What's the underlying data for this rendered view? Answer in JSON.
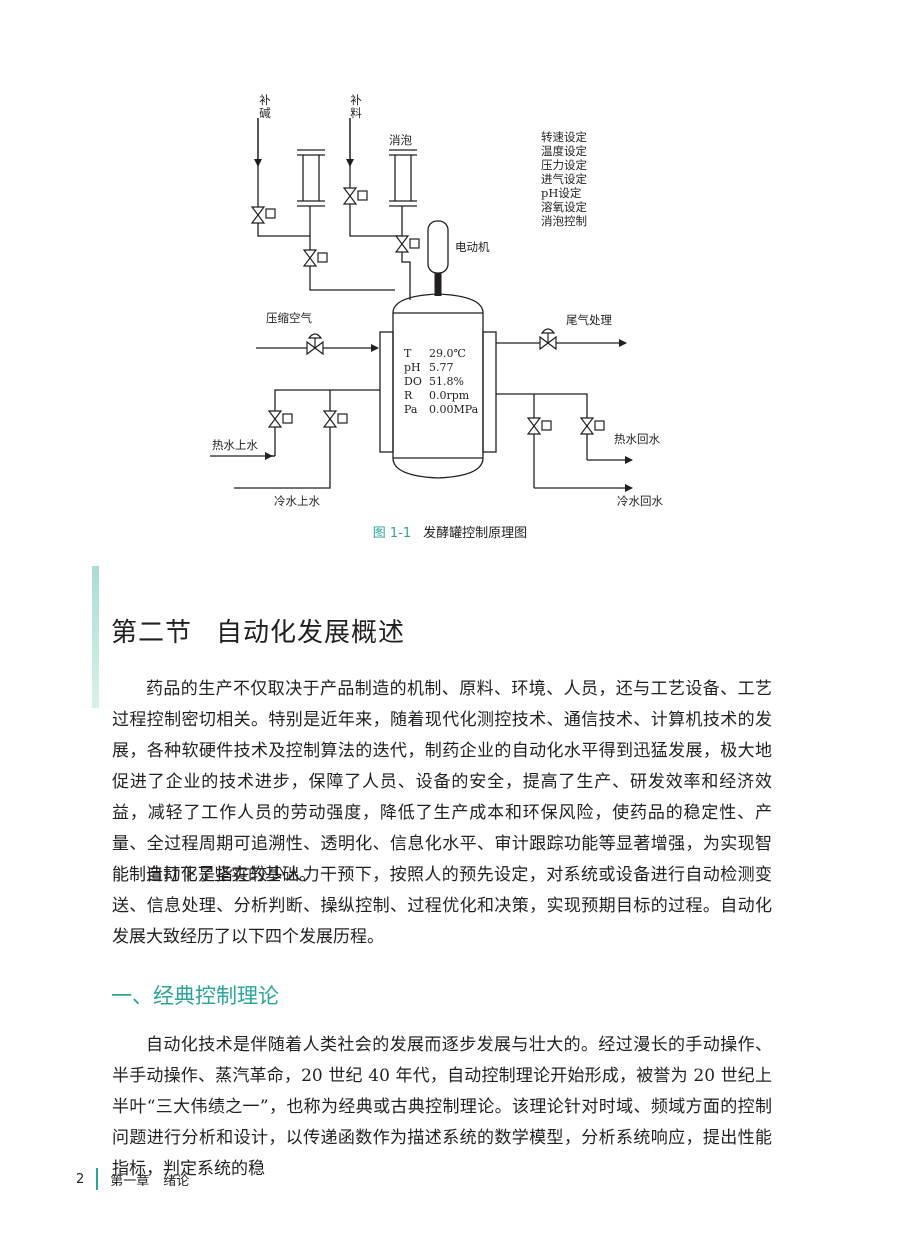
{
  "figure": {
    "labels": {
      "alkali": "补\n碱",
      "material": "补\n料",
      "antifoam": "消泡",
      "motor": "电动机",
      "compressed_air": "压缩空气",
      "exhaust": "尾气处理",
      "hot_in": "热水上水",
      "cold_in": "冷水上水",
      "hot_out": "热水回水",
      "cold_out": "冷水回水"
    },
    "settings": [
      "转速设定",
      "温度设定",
      "压力设定",
      "进气设定",
      "pH设定",
      "溶氧设定",
      "消泡控制"
    ],
    "readouts": [
      {
        "key": "T",
        "value": "29.0℃"
      },
      {
        "key": "pH",
        "value": "5.77"
      },
      {
        "key": "DO",
        "value": "51.8%"
      },
      {
        "key": "R",
        "value": "0.0rpm"
      },
      {
        "key": "Pa",
        "value": "0.00MPa"
      }
    ],
    "caption_num": "图 1-1",
    "caption_text": "发酵罐控制原理图"
  },
  "section": {
    "num": "第二节",
    "title": "自动化发展概述"
  },
  "paragraphs": [
    "药品的生产不仅取决于产品制造的机制、原料、环境、人员，还与工艺设备、工艺过程控制密切相关。特别是近年来，随着现代化测控技术、通信技术、计算机技术的发展，各种软硬件技术及控制算法的迭代，制药企业的自动化水平得到迅猛发展，极大地促进了企业的技术进步，保障了人员、设备的安全，提高了生产、研发效率和经济效益，减轻了工作人员的劳动强度，降低了生产成本和环保风险，使药品的稳定性、产量、全过程周期可追溯性、透明化、信息化水平、审计跟踪功能等显著增强，为实现智能制造打下了坚实的基础。",
    "自动化是指在较少人力干预下，按照人的预先设定，对系统或设备进行自动检测变送、信息处理、分析判断、操纵控制、过程优化和决策，实现预期目标的过程。自动化发展大致经历了以下四个发展历程。"
  ],
  "subsection": {
    "title": "一、经典控制理论",
    "paragraph": "自动化技术是伴随着人类社会的发展而逐步发展与壮大的。经过漫长的手动操作、半手动操作、蒸汽革命，20 世纪 40 年代，自动控制理论开始形成，被誉为 20 世纪上半叶“三大伟绩之一”，也称为经典或古典控制理论。该理论针对时域、频域方面的控制问题进行分析和设计，以传递函数作为描述系统的数学模型，分析系统响应，提出性能指标，判定系统的稳"
  },
  "footer": {
    "page": "2",
    "chapter": "第一章",
    "chapter_title": "绪论"
  }
}
